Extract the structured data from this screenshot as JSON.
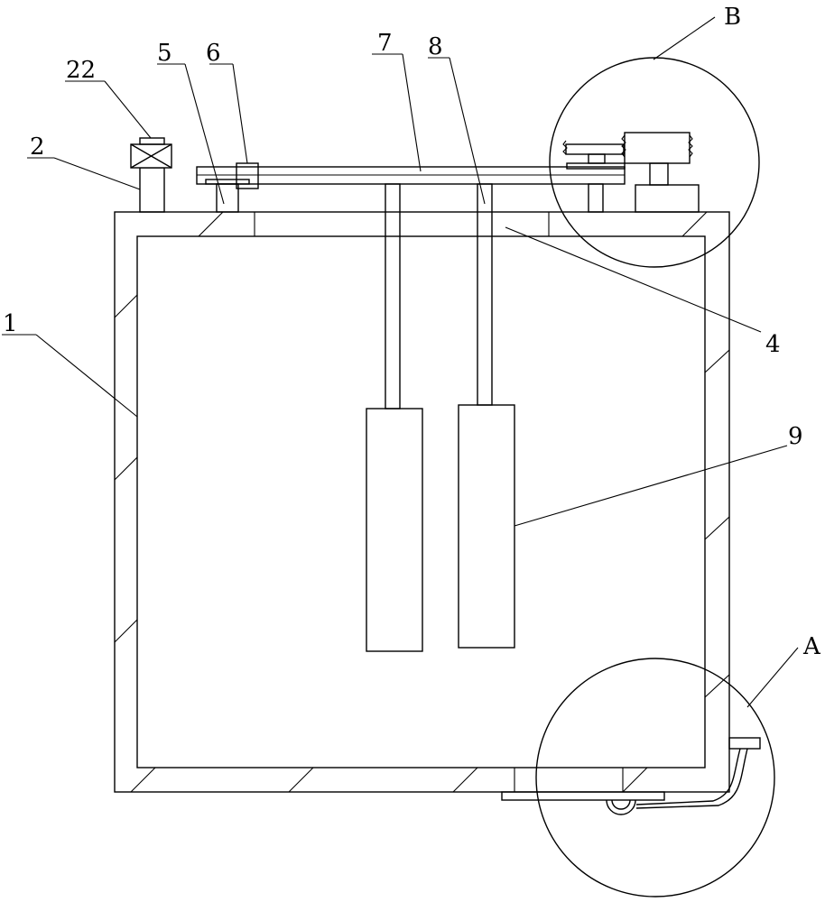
{
  "labels": {
    "l1": "1",
    "l2": "2",
    "l22": "22",
    "l5": "5",
    "l6": "6",
    "l7": "7",
    "l8": "8",
    "l4": "4",
    "l9": "9",
    "lA": "A",
    "lB": "B"
  }
}
